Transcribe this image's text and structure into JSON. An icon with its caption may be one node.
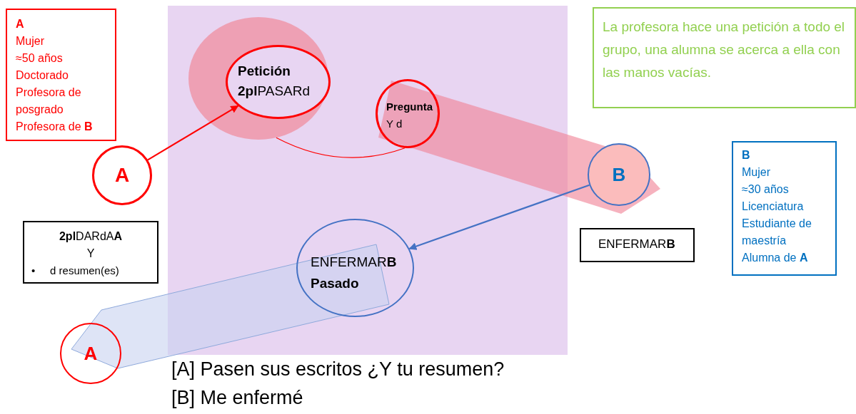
{
  "diagram": {
    "nodes": [
      {
        "text": [
          "A",
          "Mujer",
          "≈50 años",
          "Doctorado",
          "Profesora de posgrado",
          "Profesora de **B**"
        ]
      },
      {
        "text": [],
        "shape": "circle"
      },
      {
        "text": [
          "Petición",
          "**2pl**PASARd"
        ],
        "in": 1
      },
      {
        "text": [
          "Pregunta",
          "Y d"
        ]
      },
      {
        "text": [
          "A"
        ]
      },
      {
        "text": [
          "La profesora hace una petición a todo el grupo, una alumna se acerca a ella con las manos vacías."
        ]
      },
      {
        "text": [
          "B"
        ]
      },
      {
        "text": [
          "B",
          "Mujer",
          "≈30 años",
          "Licenciatura",
          "Estudiante de maestría",
          "Alumna de **A**"
        ]
      },
      {
        "text": [
          "**2pl**DARdA**A**",
          "Y",
          "•     d resumen(es)"
        ]
      },
      {
        "text": [
          "ENFERMAR**B**"
        ]
      },
      {
        "text": [
          "ENFERMAR**B**",
          "Pasado"
        ]
      },
      {
        "text": [
          "A"
        ]
      }
    ],
    "edges": [
      {
        "from": 4,
        "to": 2,
        "arrow": "to",
        "color": "#ff0000"
      },
      {
        "from": 1,
        "to": 3,
        "arrow": "none",
        "color": "#ff0000"
      },
      {
        "from": 6,
        "to": 10,
        "arrow": "to",
        "color": "#4472c4"
      }
    ],
    "labels": [
      "[A] Pasen sus escritos ¿Y tu resumen?",
      "[B] Me enfermé"
    ]
  }
}
